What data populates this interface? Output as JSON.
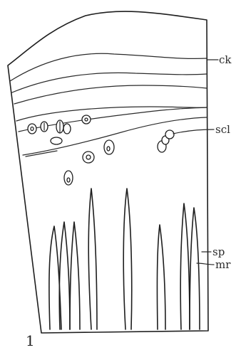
{
  "labels": {
    "ck": "ck",
    "scl": "scl",
    "sp": "sp",
    "mr": "mr"
  },
  "figure_number": "1"
}
